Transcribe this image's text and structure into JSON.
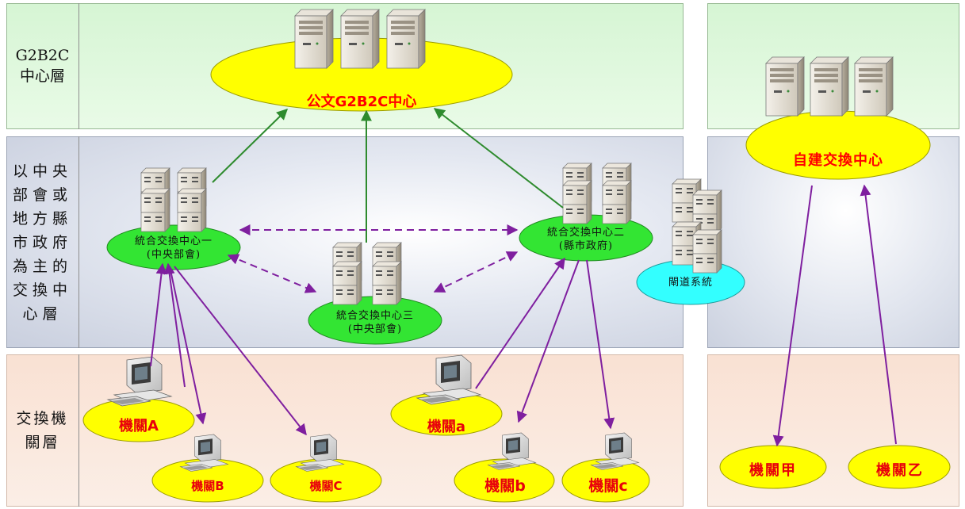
{
  "layers": {
    "g2b2c": "G2B2C\n中心層",
    "exchange": "以中央\n部會或\n地方縣\n市政府\n為主的\n交換中\n心層",
    "agency": "交換機\n關層"
  },
  "centers": {
    "main": "公文G2B2C中心",
    "self_built": "自建交換中心",
    "hub1_name": "統合交換中心一",
    "hub1_org": "(中央部會)",
    "hub2_name": "統合交換中心二",
    "hub2_org": "(縣市政府)",
    "hub3_name": "統合交換中心三",
    "hub3_org": "(中央部會)",
    "gateway": "閘道系統"
  },
  "agencies": {
    "A": "機關A",
    "B": "機關B",
    "C": "機關C",
    "a": "機關a",
    "b": "機關b",
    "c": "機關c",
    "jia": "機關甲",
    "yi": "機關乙"
  },
  "colors": {
    "main_ellipse": "#ffff00",
    "hub_ellipse": "#33e533",
    "gateway_ellipse": "#33ffff",
    "green_arrow": "#2e8b2e",
    "purple_arrow": "#7f1f9f",
    "label_red": "#ff0000"
  }
}
